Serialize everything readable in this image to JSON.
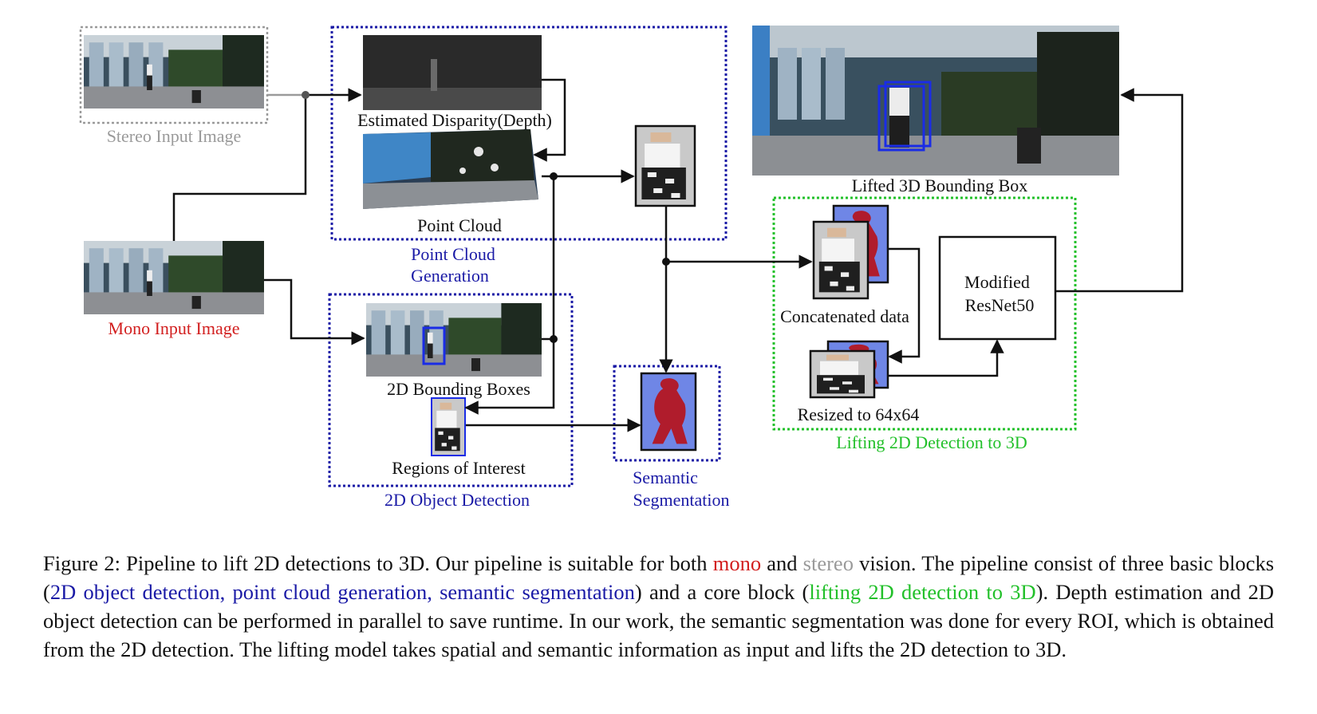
{
  "labels": {
    "stereo_input": "Stereo Input Image",
    "mono_input": "Mono Input Image",
    "disparity": "Estimated Disparity(Depth)",
    "point_cloud": "Point Cloud",
    "pc_gen_1": "Point Cloud",
    "pc_gen_2": "Generation",
    "bbox_2d": "2D Bounding Boxes",
    "roi": "Regions of Interest",
    "obj_det": "2D Object Detection",
    "sem_seg_1": "Semantic",
    "sem_seg_2": "Segmentation",
    "lifted_3d": "Lifted 3D Bounding Box",
    "concat": "Concatenated data",
    "resized": "Resized to 64x64",
    "resnet_1": "Modified",
    "resnet_2": "ResNet50",
    "lifting_block": "Lifting 2D Detection to 3D"
  },
  "caption": {
    "s1": "Figure 2: Pipeline to lift 2D detections to 3D. Our pipeline is suitable for both ",
    "mono": "mono",
    "s2": " and ",
    "stereo": "stereo",
    "s3": " vision. The pipeline consist of three basic blocks (",
    "blocks": "2D object detection, point cloud generation, semantic segmentation",
    "s4": ") and a core block (",
    "core": "lifting 2D detection to 3D",
    "s5": "). Depth estimation and 2D object detection can be performed in parallel to save runtime. In our work, the semantic segmentation was done for every ROI, which is obtained from the 2D detection. The lifting model takes spatial and semantic information as input and lifts the 2D detection to 3D."
  },
  "colors": {
    "mono": "#d21f1f",
    "stereo": "#9a9a9a",
    "basic_blocks": "#1a1aa6",
    "core_block": "#22c02a",
    "segmentation_bg": "#6f86e6",
    "segmentation_person": "#b01c2c"
  }
}
